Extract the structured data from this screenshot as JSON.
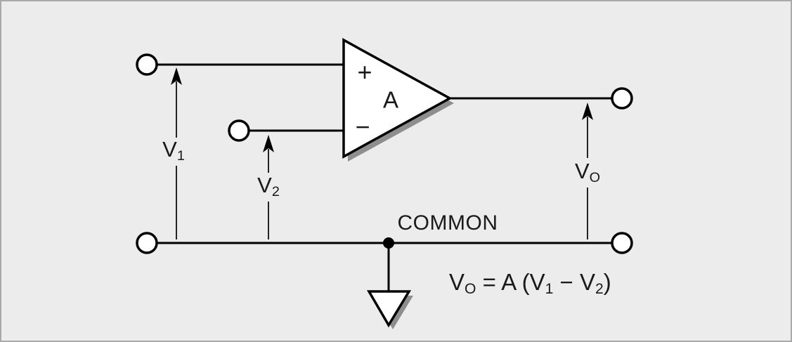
{
  "colors": {
    "background": "#ececec",
    "frame_border": "#a9a9a9",
    "line": "#000000",
    "shadow": "#8e8e8e",
    "shape_fill": "#ffffff"
  },
  "diagram": {
    "labels": {
      "v1": {
        "base": "V",
        "sub": "1"
      },
      "v2": {
        "base": "V",
        "sub": "2"
      },
      "vo": {
        "base": "V",
        "sub": "O"
      },
      "gain": "A",
      "noninverting_sign": "+",
      "inverting_sign": "−",
      "common": "COMMON"
    },
    "formula": {
      "p1": "V",
      "s1": "O",
      "p2": " = A (V",
      "s2": "1",
      "p3": " − V",
      "s3": "2",
      "p4": ")"
    }
  }
}
